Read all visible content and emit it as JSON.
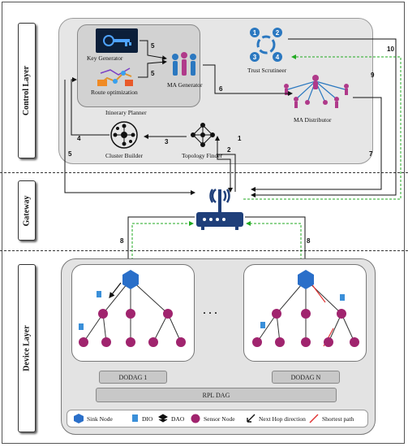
{
  "layers": {
    "control": "Control Layer",
    "gateway": "Gateway",
    "device": "Device Layer"
  },
  "modules": {
    "key_generator": "Key Generator",
    "route_optimization": "Route optimization",
    "itinerary_planner": "Itinerary Planner",
    "ma_generator": "MA Generator",
    "trust_scrutineer": "Trust Scrutineer",
    "ma_distributor": "MA Distributor",
    "cluster_builder": "Cluster Builder",
    "topology_finder": "Topology Finder"
  },
  "trust_steps": [
    "1",
    "2",
    "3",
    "4"
  ],
  "edge_numbers": {
    "n1": "1",
    "n2": "2",
    "n3": "3",
    "n4": "4",
    "n5a": "5",
    "n5b": "5",
    "n5c": "5",
    "n6": "6",
    "n7": "7",
    "n8a": "8",
    "n8b": "8",
    "n9": "9",
    "n10": "10"
  },
  "ellipsis": "· · ·",
  "dodag1": "DODAG 1",
  "dodagN": "DODAG N",
  "rpl_dag": "RPL DAG",
  "legend": {
    "sink": "Sink Node",
    "dio": "DIO",
    "dao": "DAO",
    "sensor": "Sensor Node",
    "next_hop": "Next Hop direction",
    "shortest": "Shortest path"
  },
  "colors": {
    "sink": "#2a6fc9",
    "sensor": "#a0246e",
    "dio": "#3a8fd9",
    "shortest": "#e03030",
    "green_link": "#22aa22",
    "key_bg": "#0c1f3a",
    "person_blue": "#2b78c0",
    "person_pink": "#b03a8a"
  }
}
